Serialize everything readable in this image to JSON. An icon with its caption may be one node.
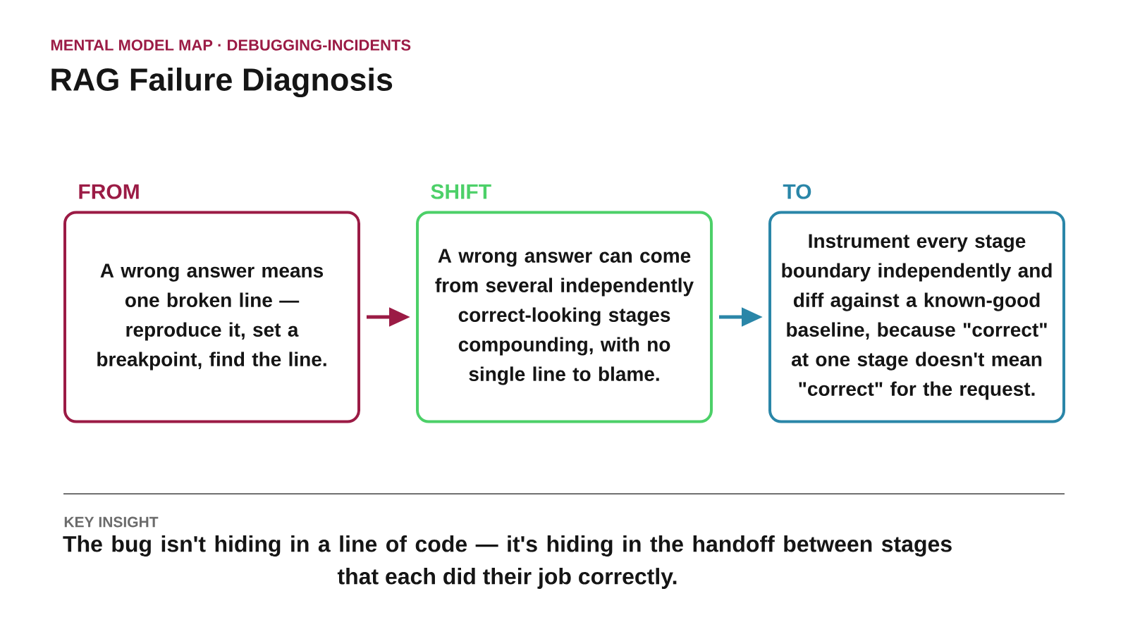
{
  "diagram": {
    "title": "RAG Failure Diagnosis",
    "nodes": [
      {
        "text": [
          "FROM",
          "A wrong answer means one broken line — reproduce it, set a breakpoint, find the line."
        ]
      },
      {
        "text": [
          "SHIFT",
          "A wrong answer can come from several independently correct-looking stages compounding, with no single line to blame."
        ]
      },
      {
        "text": [
          "TO",
          "Instrument every stage boundary independently and diff against a known-good baseline, because \"correct\" at one stage doesn't mean \"correct\" for the request."
        ]
      }
    ],
    "edges": [
      {
        "from": 0,
        "to": 1,
        "arrow": "to",
        "color": "#9b1b45"
      },
      {
        "from": 1,
        "to": 2,
        "arrow": "to",
        "color": "#2a86a8"
      }
    ],
    "labels": [
      "MENTAL MODEL MAP · DEBUGGING-INCIDENTS",
      "KEY INSIGHT",
      "The bug isn't hiding in a line of code — it's hiding in the handoff between stages that each did their job correctly."
    ]
  }
}
